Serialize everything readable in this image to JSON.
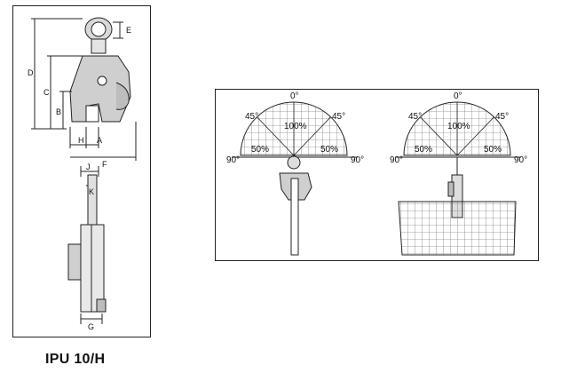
{
  "product": {
    "model": "IPU 10/H"
  },
  "dimension_labels": {
    "a": "A",
    "b": "B",
    "c": "C",
    "d": "D",
    "e": "E",
    "f": "F",
    "g": "G",
    "h": "H",
    "j": "J",
    "k": "K"
  },
  "diagrams": {
    "angles": {
      "zero": "0°",
      "forty_five": "45°",
      "ninety": "90°"
    },
    "capacity": {
      "full": "100%",
      "half": "50%"
    }
  }
}
